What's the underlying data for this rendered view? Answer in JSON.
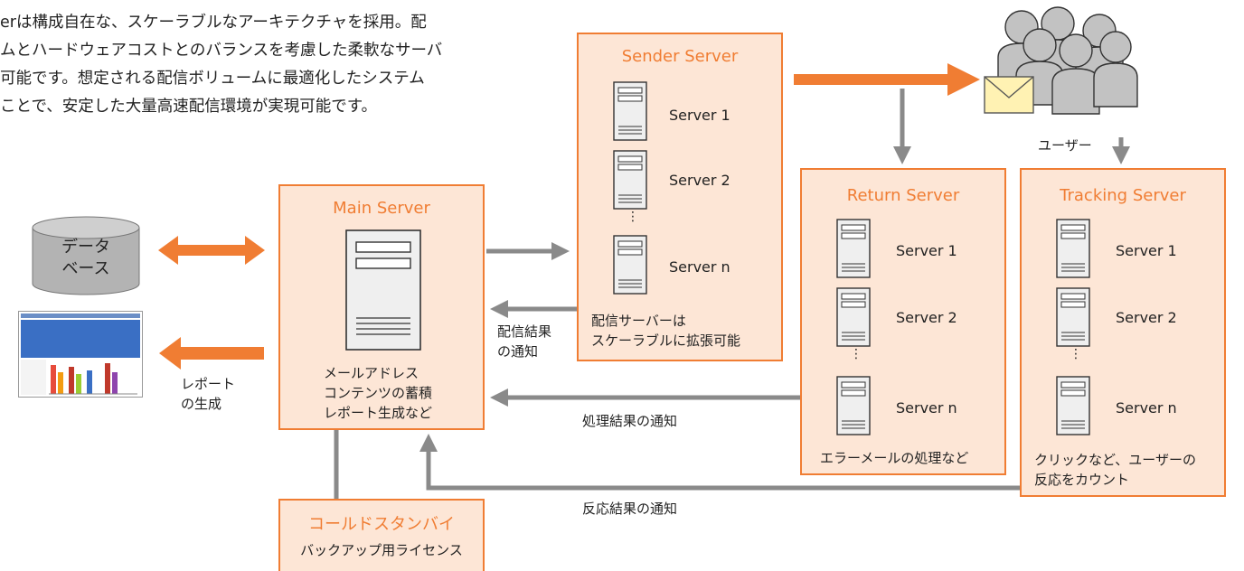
{
  "intro_text": "erは構成自在な、スケーラブルなアーキテクチャを採用。配\nムとハードウェアコストとのバランスを考慮した柔軟なサーバ\n可能です。想定される配信ボリュームに最適化したシステム\nことで、安定した大量高速配信環境が実現可能です。",
  "database": {
    "label": "データ\nベース"
  },
  "report": {
    "caption": "レポート\nの生成"
  },
  "main_server": {
    "title": "Main Server",
    "caption": "メールアドレス\nコンテンツの蓄積\nレポート生成など"
  },
  "sender_server": {
    "title": "Sender Server",
    "servers": [
      "Server 1",
      "Server 2",
      "Server n"
    ],
    "ellipsis": "⋮",
    "caption": "配信サーバーは\nスケーラブルに拡張可能"
  },
  "return_server": {
    "title": "Return Server",
    "servers": [
      "Server 1",
      "Server 2",
      "Server n"
    ],
    "ellipsis": "⋮",
    "caption": "エラーメールの処理など"
  },
  "tracking_server": {
    "title": "Tracking Server",
    "servers": [
      "Server 1",
      "Server 2",
      "Server n"
    ],
    "ellipsis": "⋮",
    "caption": "クリックなど、ユーザーの\n反応をカウント"
  },
  "cold_standby": {
    "title": "コールドスタンバイ",
    "caption": "バックアップ用ライセンス"
  },
  "users": {
    "label": "ユーザー"
  },
  "notices": {
    "delivery_result": "配信結果\nの通知",
    "processing_result": "処理結果の通知",
    "response_result": "反応結果の通知"
  },
  "colors": {
    "accent": "#f07d33",
    "box_fill": "#fde6d6",
    "arrow_gray": "#8a8a8a",
    "server_gray": "#efefef"
  },
  "icons": [
    "database-icon",
    "report-thumbnail",
    "server-icon",
    "users-icon",
    "envelope-icon"
  ]
}
